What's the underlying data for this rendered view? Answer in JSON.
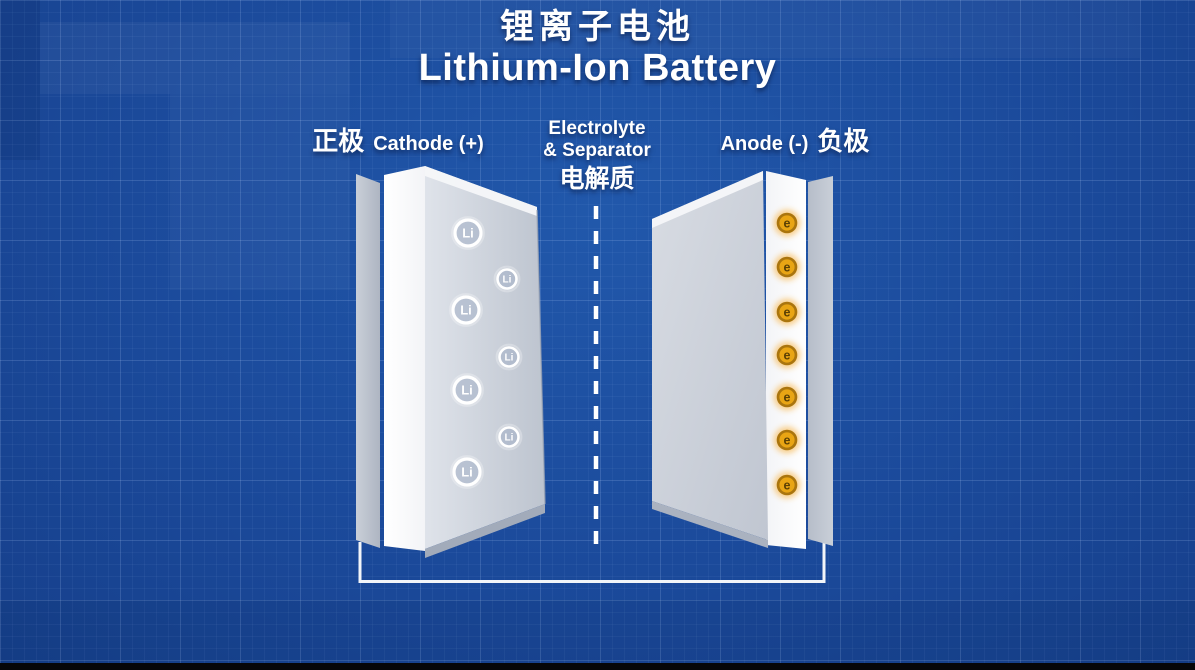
{
  "title": {
    "zh": "锂离子电池",
    "en": "Lithium-Ion Battery"
  },
  "labels": {
    "cathode": {
      "zh": "正极",
      "en": "Cathode (+)"
    },
    "electrolyte": {
      "line1": "Electrolyte",
      "line2": "& Separator",
      "zh": "电解质"
    },
    "anode": {
      "en": "Anode (-)",
      "zh": "负极"
    }
  },
  "diagram": {
    "lithium_ion": {
      "symbol": "Li",
      "count": 7
    },
    "electron": {
      "symbol": "e",
      "count": 7
    },
    "separator_style": "dashed"
  },
  "colors": {
    "background_blue": "#1b4a9b",
    "grid_line": "#5d87c9",
    "text": "#ffffff",
    "slab_light": "#dfe3ea",
    "slab_dark": "#bdc4cf",
    "collector_white": "#ffffff",
    "ion_ring": "#ffffff",
    "ion_fill": "rgba(157,172,196,0.5)",
    "electron_glow": "#f7a622",
    "electron_ring": "#aa750e",
    "electron_fill": "#e9a514",
    "electron_text": "#5c4104",
    "wire": "#f2f5f9",
    "separator_dash": "#ffffff"
  }
}
